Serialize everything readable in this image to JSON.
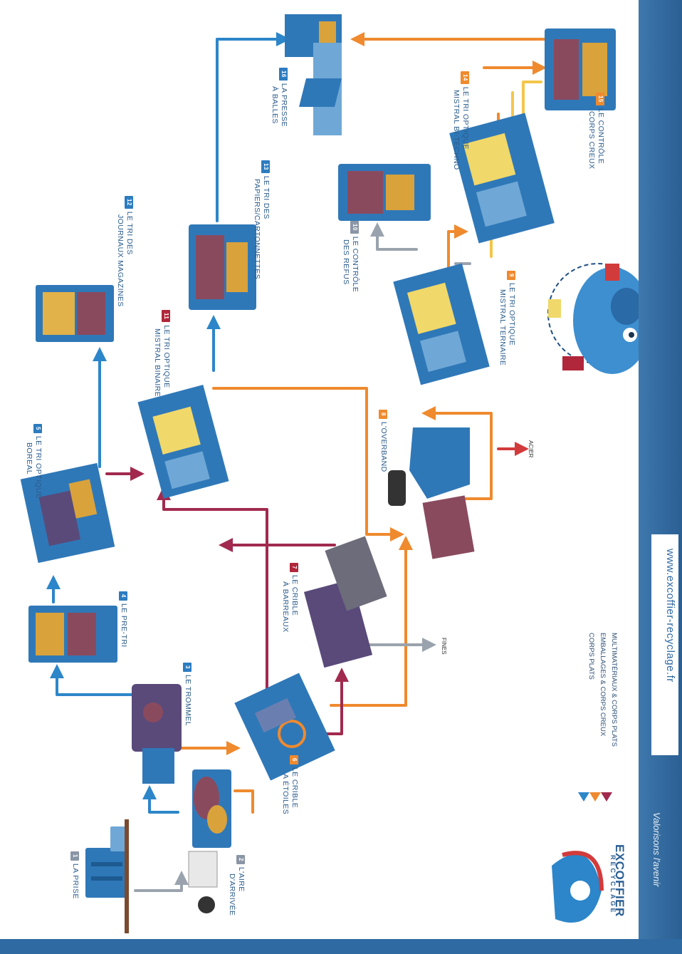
{
  "steps": [
    {
      "num": "1",
      "line1": "LA PRISE",
      "line2": ""
    },
    {
      "num": "2",
      "line1": "L'AIRE",
      "line2": "D'ARRIVÉE"
    },
    {
      "num": "3",
      "line1": "LE TROMMEL",
      "line2": ""
    },
    {
      "num": "4",
      "line1": "LE PRE-TRI",
      "line2": ""
    },
    {
      "num": "5",
      "line1": "LE TRI OPTIQUE",
      "line2": "BOREAL"
    },
    {
      "num": "6",
      "line1": "LE CRIBLE",
      "line2": "A ÉTOILES"
    },
    {
      "num": "7",
      "line1": "LE CRIBLE",
      "line2": "À BARREAUX"
    },
    {
      "num": "8",
      "line1": "L'OVERBAND",
      "line2": ""
    },
    {
      "num": "9",
      "line1": "LE TRI OPTIQUE",
      "line2": "MISTRAL TERNAIRE"
    },
    {
      "num": "10",
      "line1": "LE CONTRÔLE",
      "line2": "DES REFUS"
    },
    {
      "num": "11",
      "line1": "LE TRI OPTIQUE",
      "line2": "MISTRAL BINAIRE"
    },
    {
      "num": "12",
      "line1": "LE TRI DES",
      "line2": "JOURNAUX MAGAZINES"
    },
    {
      "num": "13",
      "line1": "LE TRI DES",
      "line2": "PAPIERS/CARTONNETTES"
    },
    {
      "num": "14",
      "line1": "LE TRI OPTIQUE",
      "line2": "MISTRAL BI-TECHNO"
    },
    {
      "num": "15",
      "line1": "LE CONTRÔLE",
      "line2": "CORPS CREUX"
    },
    {
      "num": "16",
      "line1": "LA PRESSE",
      "line2": "À BALLES"
    }
  ],
  "outputs": {
    "fines": "FINES",
    "acier": "ACIER"
  },
  "legend": [
    {
      "label": "MULTIMATÉRIAUX & CORPS PLATS",
      "color": "#2c86c9"
    },
    {
      "label": "EMBALLAGES & CORPS CREUX",
      "color": "#ef8a2e"
    },
    {
      "label": "CORPS PLATS",
      "color": "#a12a4e"
    }
  ],
  "brand": {
    "name": "EXCOFFIER",
    "sub": "RECYCLAGE",
    "tagline": "Valorisons l'avenir",
    "website": "www.excoffier-recyclage.fr"
  },
  "colors": {
    "blue": "#2c86c9",
    "orange": "#ef8a2e",
    "purple": "#a12a4e",
    "gray": "#9aa3ad",
    "sidebar": "#2f6aa2"
  }
}
